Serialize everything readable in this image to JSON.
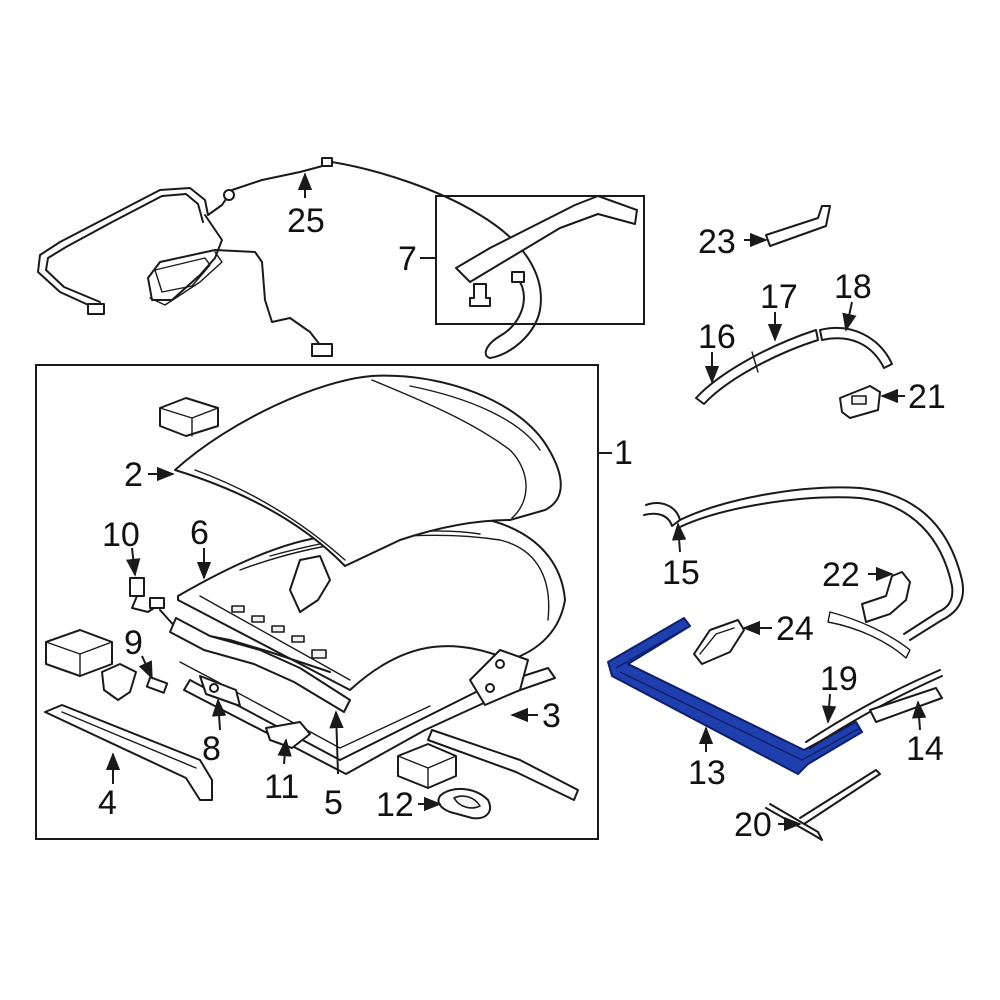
{
  "diagram": {
    "highlight_color": "#1f3fae",
    "highlighted_part": "13",
    "callouts": {
      "c1": "1",
      "c2": "2",
      "c3": "3",
      "c4": "4",
      "c5": "5",
      "c6": "6",
      "c7": "7",
      "c8": "8",
      "c9": "9",
      "c10": "10",
      "c11": "11",
      "c12": "12",
      "c13": "13",
      "c14": "14",
      "c15": "15",
      "c16": "16",
      "c17": "17",
      "c18": "18",
      "c19": "19",
      "c20": "20",
      "c21": "21",
      "c22": "22",
      "c23": "23",
      "c24": "24",
      "c25": "25"
    }
  }
}
